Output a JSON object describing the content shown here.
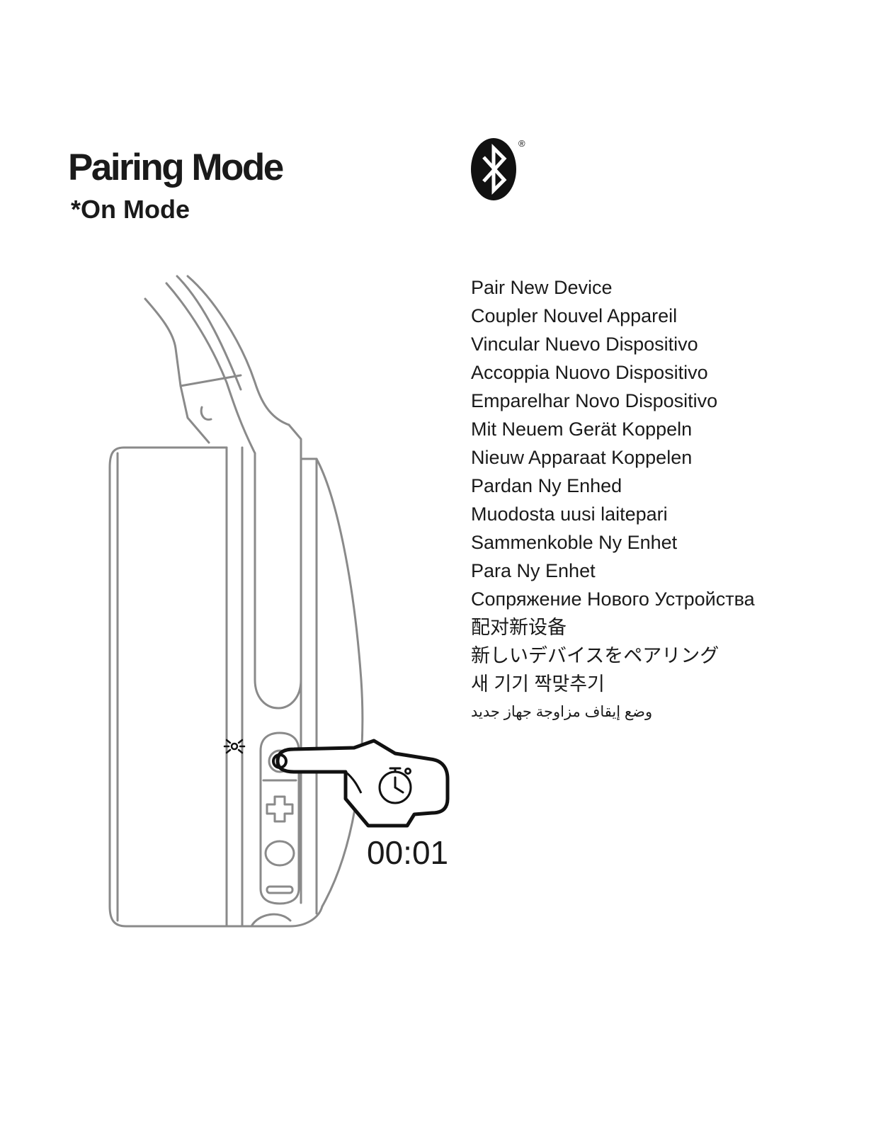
{
  "header": {
    "title": "Pairing Mode",
    "subtitle": "*On Mode"
  },
  "bluetooth": {
    "icon": "bluetooth-icon",
    "registered_mark": "®"
  },
  "languages": [
    "Pair New Device",
    "Coupler Nouvel Appareil",
    "Vincular Nuevo Dispositivo",
    "Accoppia Nuovo Dispositivo",
    "Emparelhar Novo Dispositivo",
    "Mit Neuem Gerät Koppeln",
    "Nieuw Apparaat Koppelen",
    "Pardan Ny Enhed",
    "Muodosta uusi laitepari",
    "Sammenkoble Ny Enhet",
    "Para Ny Enhet",
    "Сопряжение Нового Устройства",
    "配对新设备",
    "新しいデバイスをペアリング",
    "새 기기 짝맞추기",
    "وضع إيقاف مزاوجة جهاز جديد"
  ],
  "illustration": {
    "icons": [
      "headphone-earcup",
      "led-indicator-icon",
      "power-button",
      "volume-plus-button",
      "play-button",
      "volume-minus-button",
      "hand-pointer-icon",
      "stopwatch-icon"
    ]
  },
  "timer": {
    "label": "00:01"
  },
  "colors": {
    "text": "#1a1a1a",
    "line_art": "#8a8a8a",
    "ink": "#111111"
  }
}
